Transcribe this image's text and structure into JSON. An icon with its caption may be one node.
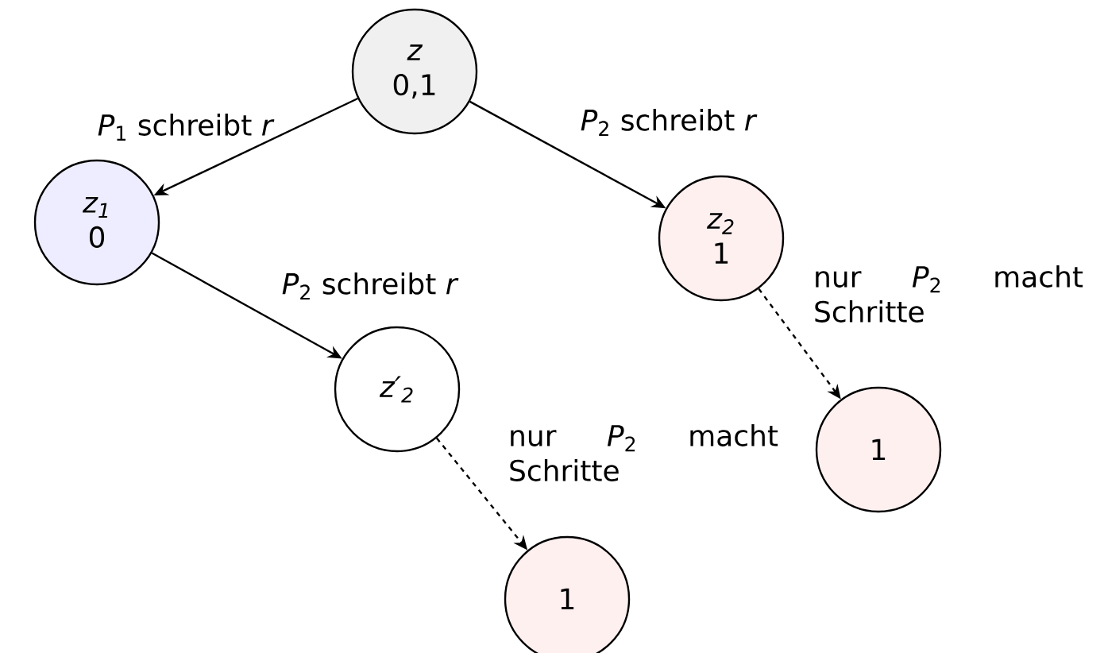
{
  "diagram": {
    "nodes": [
      {
        "text": [
          "z",
          "0,1"
        ]
      },
      {
        "text": [
          "z$_{1}$",
          "0"
        ]
      },
      {
        "text": [
          "z$_{2}$",
          "1"
        ]
      },
      {
        "text": [
          "z′$_{2}$"
        ]
      },
      {
        "text": [
          "1"
        ]
      },
      {
        "text": [
          "1"
        ]
      }
    ],
    "edges": [
      {
        "from": 0,
        "to": 1,
        "arrow": "to",
        "label": "*P*$_{1}$ schreibt *r*"
      },
      {
        "from": 0,
        "to": 2,
        "arrow": "to",
        "label": "*P*$_{2}$ schreibt *r*"
      },
      {
        "from": 1,
        "to": 3,
        "arrow": "to",
        "label": "*P*$_{2}$ schreibt *r*"
      },
      {
        "from": 2,
        "to": 4,
        "arrow": "to",
        "style": "dashed",
        "label": "nur *P*$_{2}$ macht Schritte"
      },
      {
        "from": 3,
        "to": 5,
        "arrow": "to",
        "style": "dashed",
        "label": "nur *P*$_{2}$ macht Schritte"
      }
    ]
  }
}
